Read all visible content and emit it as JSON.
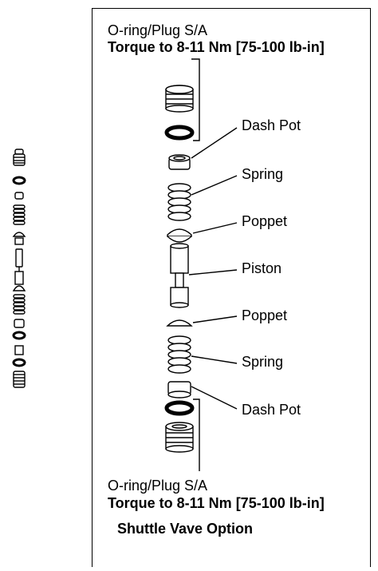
{
  "top_label": "O-ring/Plug S/A",
  "top_torque": "Torque to 8-11 Nm [75-100 lb-in]",
  "bottom_label": "O-ring/Plug S/A",
  "bottom_torque": "Torque to 8-11 Nm [75-100 lb-in]",
  "caption": "Shuttle Vave Option",
  "callouts": [
    "Dash Pot",
    "Spring",
    "Poppet",
    "Piston",
    "Poppet",
    "Spring",
    "Dash Pot"
  ]
}
